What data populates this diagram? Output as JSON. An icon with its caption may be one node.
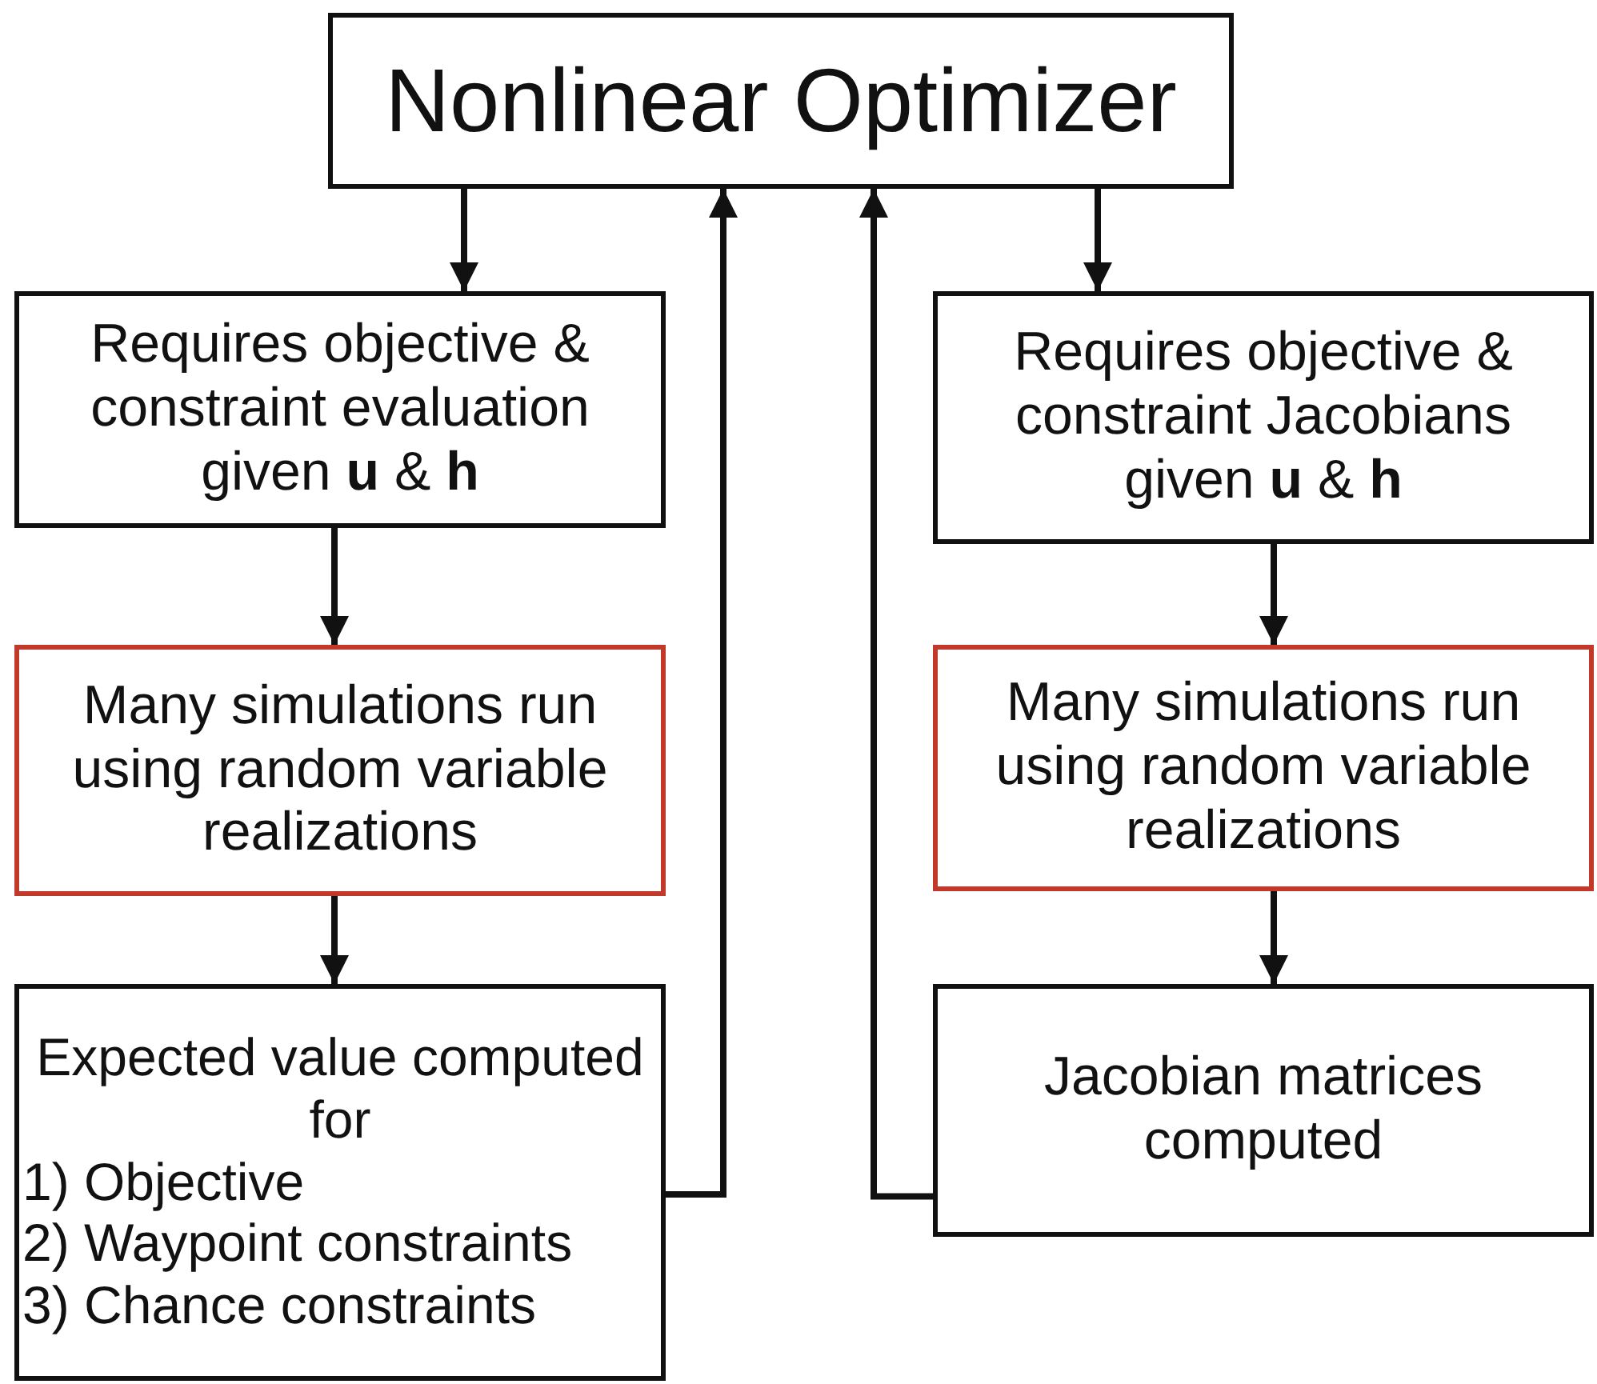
{
  "diagram": {
    "nodes": [
      {
        "text": [
          "Nonlinear Optimizer"
        ]
      },
      {
        "text": [
          "Requires objective & constraint evaluation given **u** & **h**"
        ]
      },
      {
        "text": [
          "Many simulations run using random variable realizations"
        ]
      },
      {
        "text": [
          "Expected value computed for",
          "1) Objective",
          "2) Waypoint constraints",
          "3) Chance constraints"
        ]
      },
      {
        "text": [
          "Requires objective & constraint Jacobians given **u** & **h**"
        ]
      },
      {
        "text": [
          "Many simulations run using random variable realizations"
        ]
      },
      {
        "text": [
          "Jacobian matrices computed"
        ]
      }
    ],
    "edges": [
      {
        "from": 0,
        "to": 1,
        "arrow": "to"
      },
      {
        "from": 1,
        "to": 2,
        "arrow": "to"
      },
      {
        "from": 2,
        "to": 3,
        "arrow": "to"
      },
      {
        "from": 3,
        "to": 0,
        "arrow": "to"
      },
      {
        "from": 0,
        "to": 4,
        "arrow": "to"
      },
      {
        "from": 4,
        "to": 5,
        "arrow": "to"
      },
      {
        "from": 5,
        "to": 6,
        "arrow": "to"
      },
      {
        "from": 6,
        "to": 0,
        "arrow": "to"
      }
    ]
  }
}
